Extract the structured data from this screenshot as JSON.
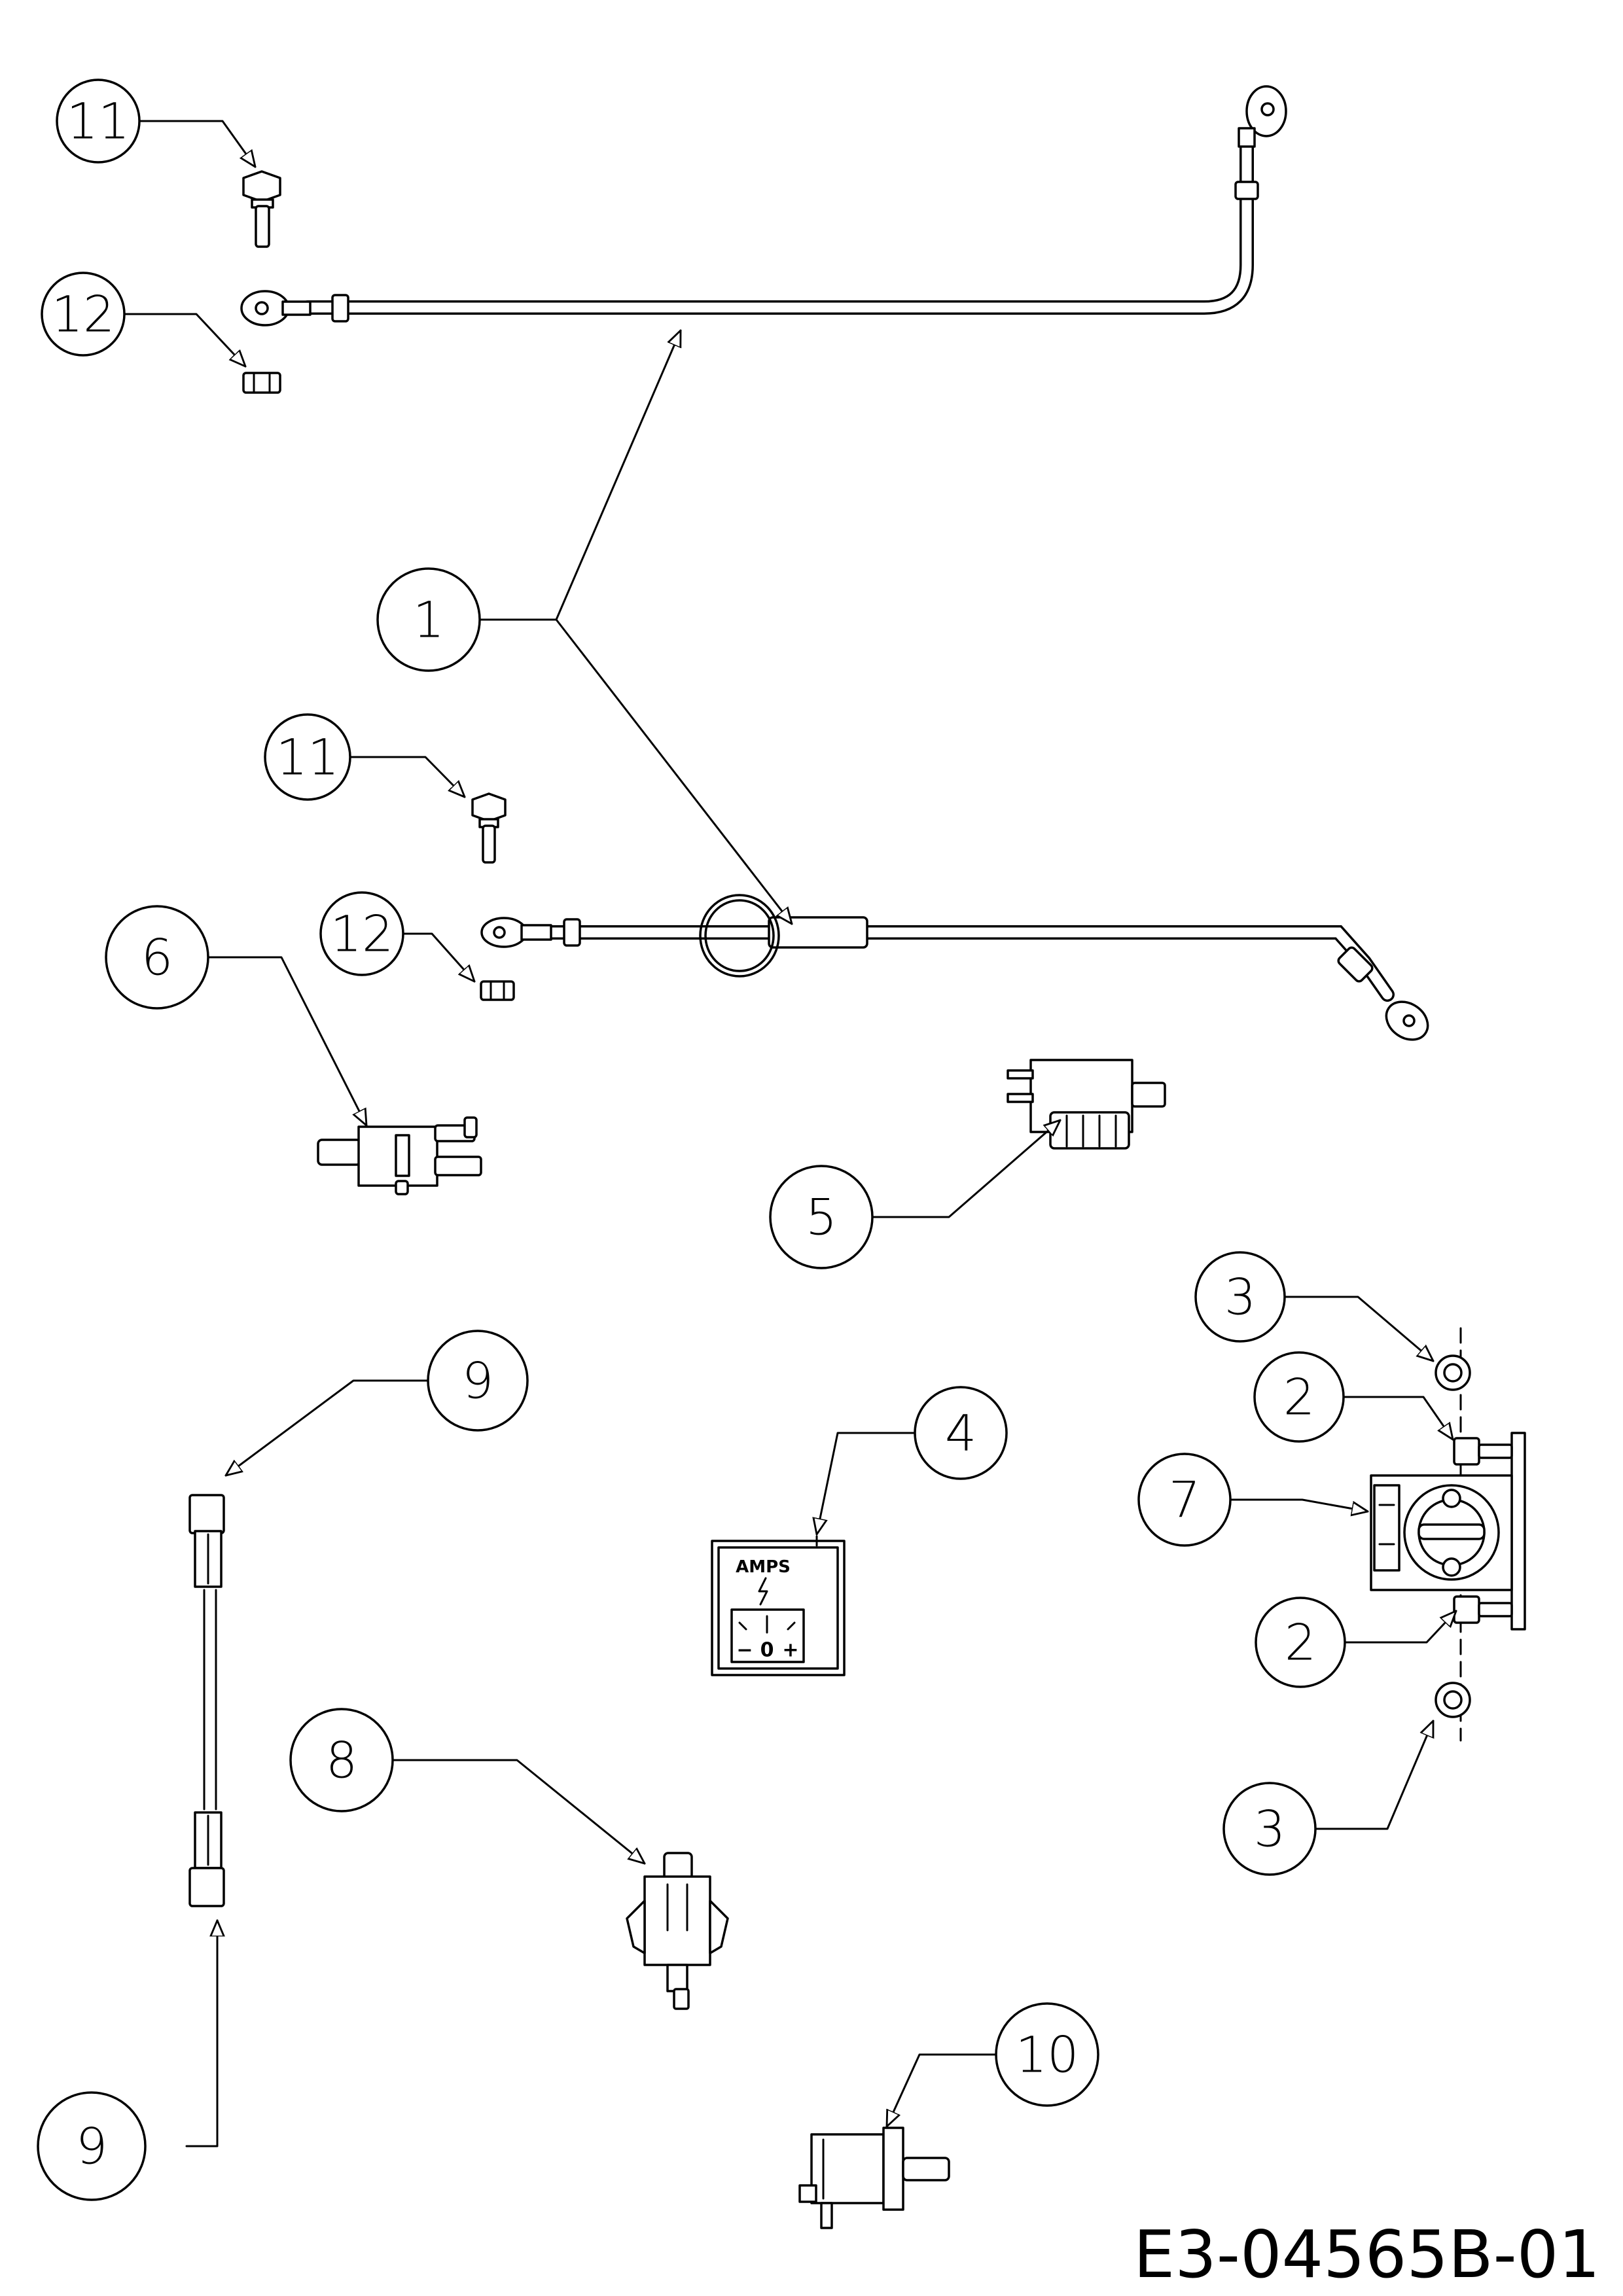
{
  "drawing_code": "E3-04565B-01",
  "callouts": [
    {
      "id": "c11a",
      "label": "11"
    },
    {
      "id": "c12a",
      "label": "12"
    },
    {
      "id": "c1",
      "label": "1"
    },
    {
      "id": "c11b",
      "label": "11"
    },
    {
      "id": "c12b",
      "label": "12"
    },
    {
      "id": "c6",
      "label": "6"
    },
    {
      "id": "c5",
      "label": "5"
    },
    {
      "id": "c3a",
      "label": "3"
    },
    {
      "id": "c2a",
      "label": "2"
    },
    {
      "id": "c7",
      "label": "7"
    },
    {
      "id": "c2b",
      "label": "2"
    },
    {
      "id": "c3b",
      "label": "3"
    },
    {
      "id": "c9a",
      "label": "9"
    },
    {
      "id": "c4",
      "label": "4"
    },
    {
      "id": "c8",
      "label": "8"
    },
    {
      "id": "c9b",
      "label": "9"
    },
    {
      "id": "c10",
      "label": "10"
    }
  ],
  "ammeter": {
    "label": "AMPS",
    "zero": "0",
    "minus": "−",
    "plus": "+"
  }
}
